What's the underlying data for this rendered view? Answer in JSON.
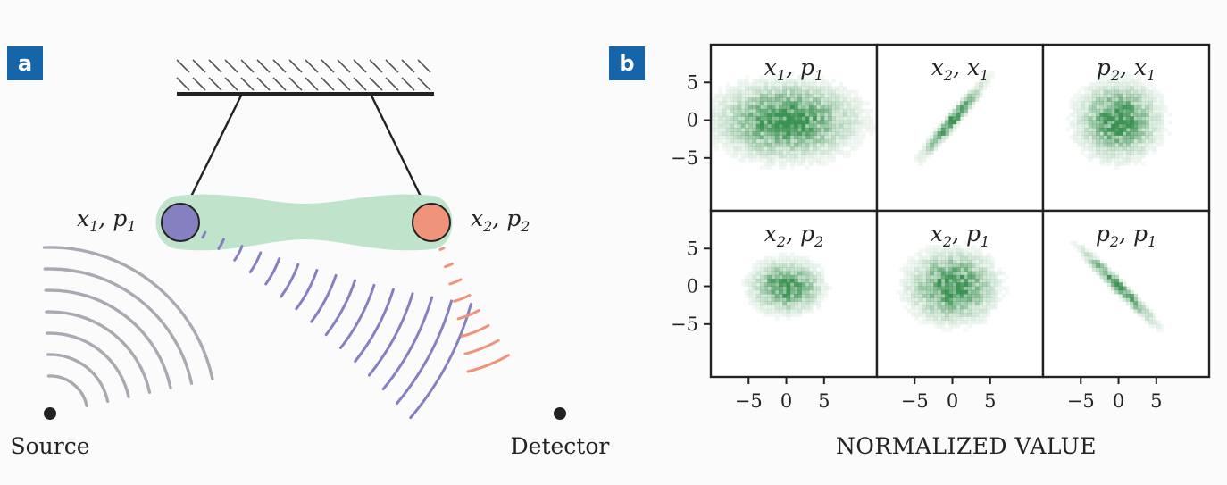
{
  "panels": {
    "a_label": "a",
    "b_label": "b"
  },
  "diagram": {
    "mass1": {
      "var": "x",
      "sub": "1",
      "var2": "p",
      "sub2": "1",
      "color": "#8580c0"
    },
    "mass2": {
      "var": "x",
      "sub": "2",
      "var2": "p",
      "sub2": "2",
      "color": "#f0937b"
    },
    "source_label": "Source",
    "detector_label": "Detector",
    "source_wave_color": "#a7abb1",
    "coupling_color": "#bfe3cb"
  },
  "chart_data": {
    "type": "heatmap",
    "xlabel": "NORMALIZED VALUE",
    "x_ticks": [
      -5,
      0,
      5
    ],
    "y_ticks": [
      5,
      0,
      -5
    ],
    "xlim": [
      -10,
      12
    ],
    "ylim": [
      -12,
      10
    ],
    "colormap": "#2e8b46",
    "cells": [
      {
        "a": "x",
        "as": "1",
        "b": "p",
        "bs": "1",
        "row": 0,
        "col": 0,
        "sx": 4.8,
        "sy": 2.6,
        "rho": 0.0
      },
      {
        "a": "x",
        "as": "2",
        "b": "x",
        "bs": "1",
        "row": 0,
        "col": 1,
        "sx": 2.2,
        "sy": 2.6,
        "rho": 0.96
      },
      {
        "a": "p",
        "as": "2",
        "b": "x",
        "bs": "1",
        "row": 0,
        "col": 2,
        "sx": 2.8,
        "sy": 2.6,
        "rho": 0.0
      },
      {
        "a": "x",
        "as": "2",
        "b": "p",
        "bs": "2",
        "row": 1,
        "col": 0,
        "sx": 2.4,
        "sy": 1.8,
        "rho": 0.0
      },
      {
        "a": "x",
        "as": "2",
        "b": "p",
        "bs": "1",
        "row": 1,
        "col": 1,
        "sx": 3.0,
        "sy": 2.4,
        "rho": 0.0
      },
      {
        "a": "p",
        "as": "2",
        "b": "p",
        "bs": "1",
        "row": 1,
        "col": 2,
        "sx": 2.6,
        "sy": 2.6,
        "rho": -0.97
      }
    ]
  }
}
